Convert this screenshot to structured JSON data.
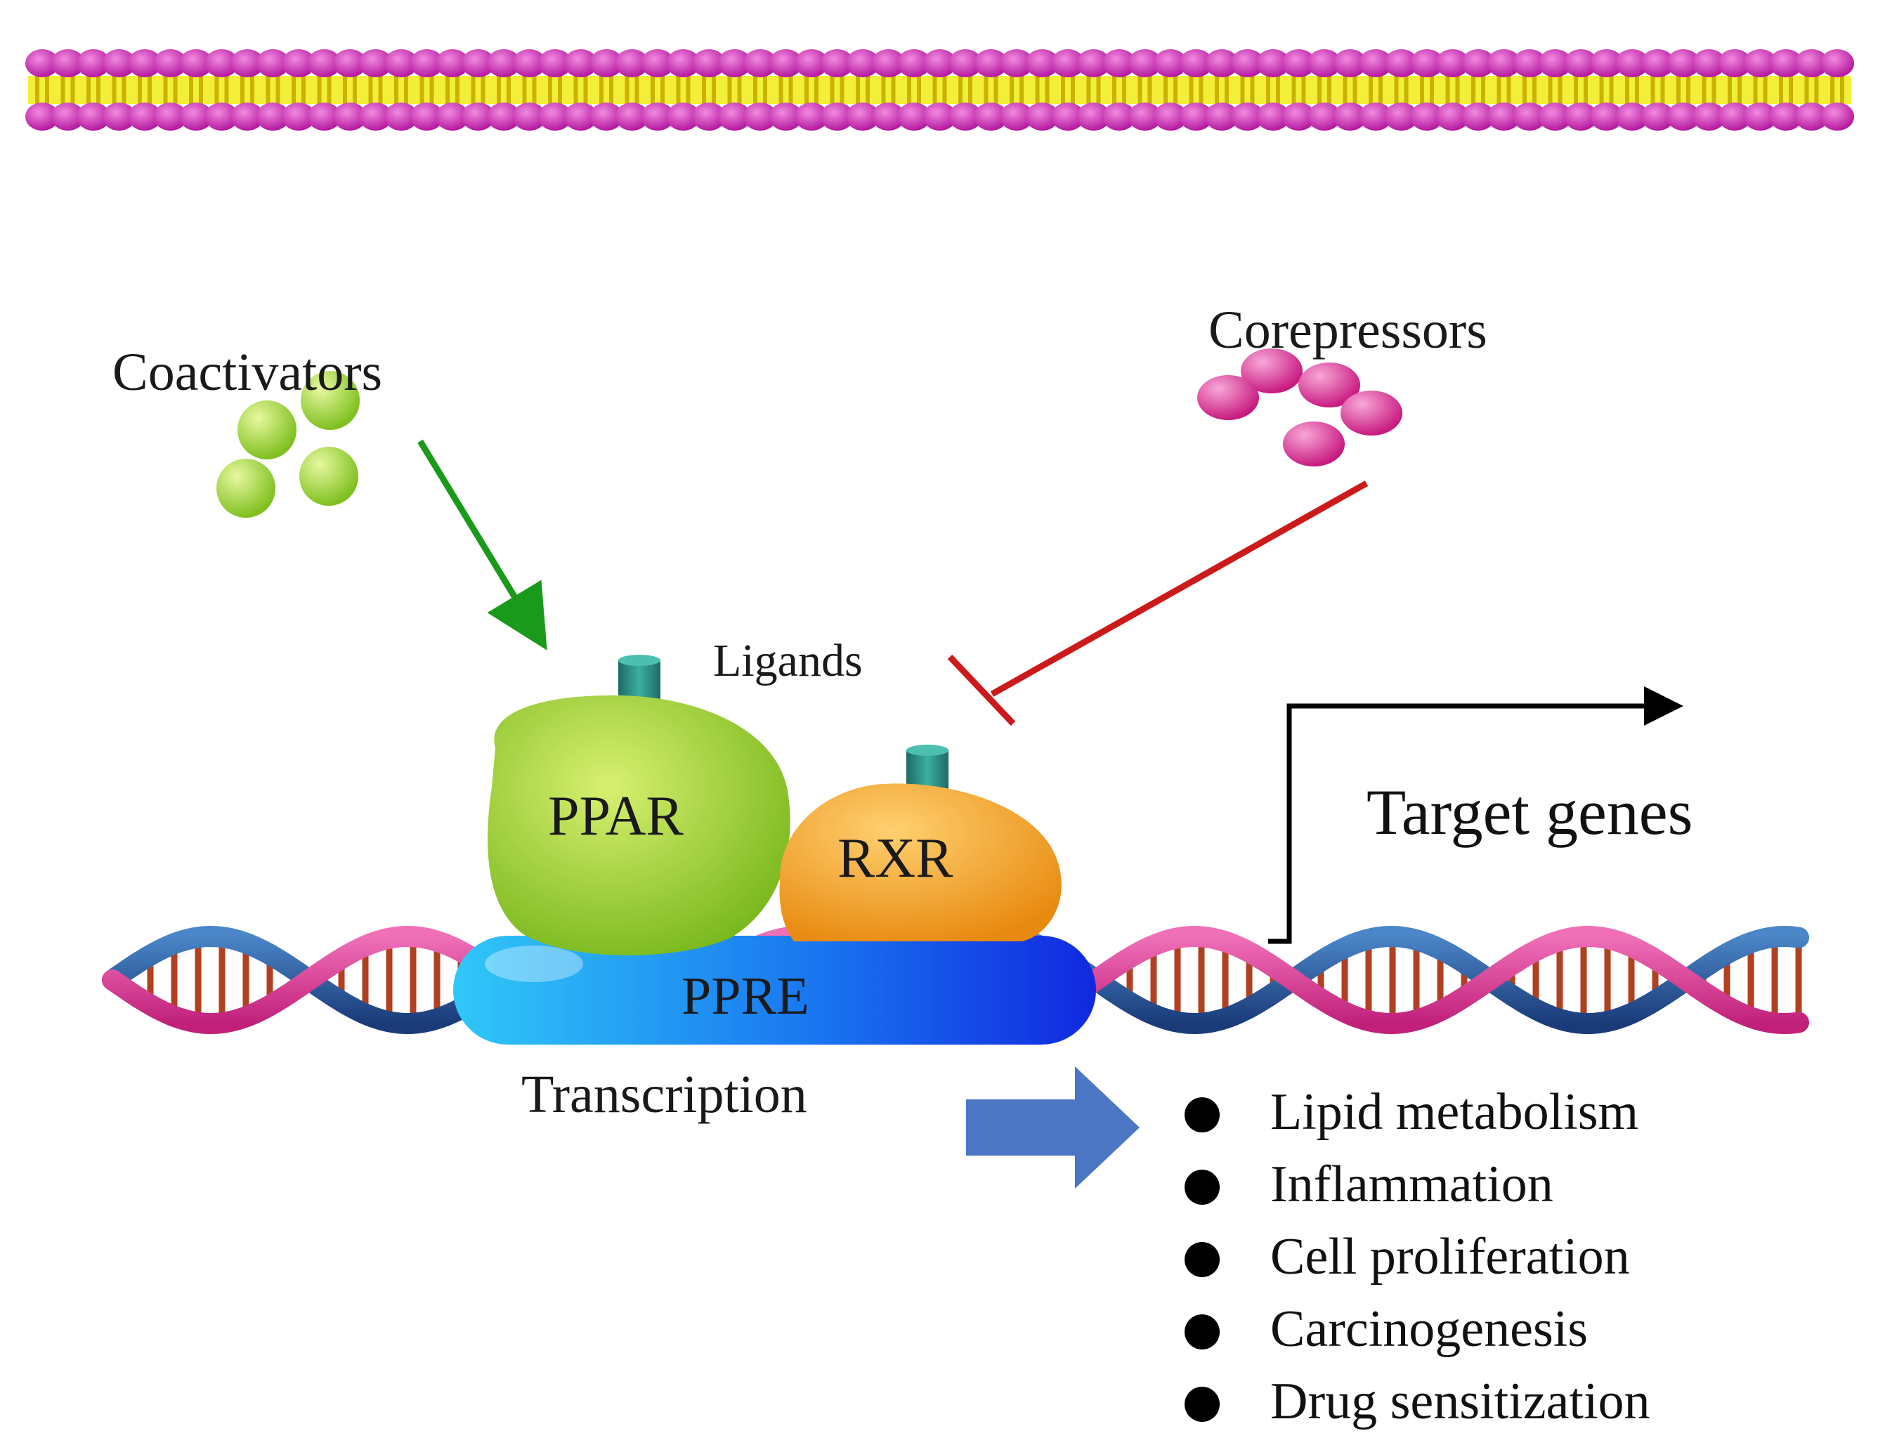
{
  "labels": {
    "coactivators": "Coactivators",
    "corepressors": "Corepressors",
    "ligands": "Ligands",
    "ppar": "PPAR",
    "rxr": "RXR",
    "ppre": "PPRE",
    "transcription": "Transcription",
    "target_genes": "Target genes"
  },
  "effects": [
    "Lipid metabolism",
    "Inflammation",
    "Cell proliferation",
    "Carcinogenesis",
    "Drug sensitization"
  ],
  "colors": {
    "membrane_head": "#cc22aa",
    "membrane_tail": "#f2ee3a",
    "coactivator": "#a8dc3a",
    "corepressor": "#e0449e",
    "activation_arrow": "#1a9a1a",
    "inhibition_line": "#cc1a1a",
    "ppar": "#a8d83a",
    "rxr": "#f5a020",
    "ppre": "#1c6af0",
    "ligand": "#2b8a80",
    "dna_strand_pink": "#e0409a",
    "dna_strand_blue": "#2a5a9a",
    "base_pair": "#b04020",
    "transcription_arrow": "#4a76c4"
  },
  "icons": {
    "activation": "arrow-icon",
    "inhibition": "tbar-icon",
    "transcription": "block-arrow-icon"
  }
}
